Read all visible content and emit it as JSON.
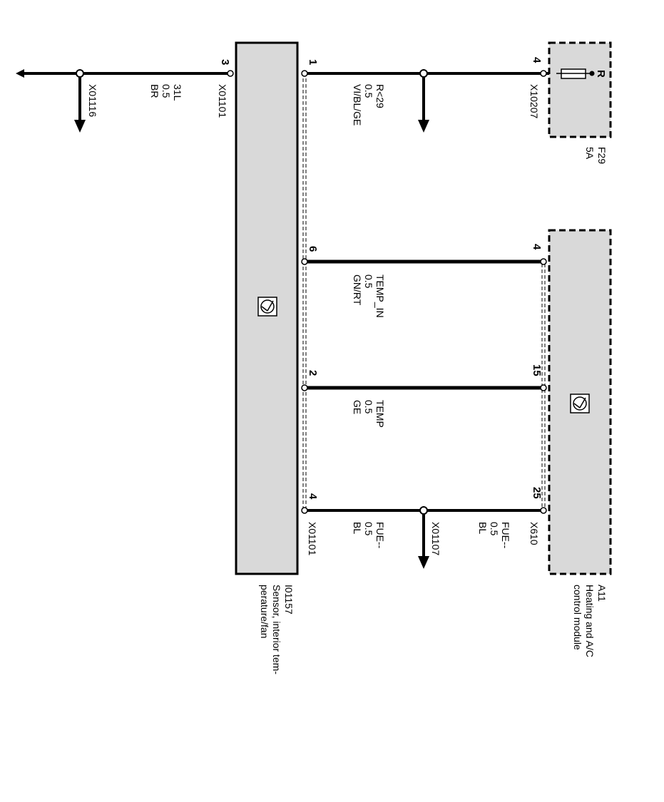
{
  "components": {
    "fuse": {
      "id": "F29",
      "rating": "5A",
      "letter": "R"
    },
    "control_module": {
      "id": "A11",
      "line1": "Heating and A/C",
      "line2": "control module"
    },
    "sensor": {
      "id": "I01157",
      "line1": "Sensor, interior tem-",
      "line2": "perature/fan"
    }
  },
  "connectors": {
    "sensor_left": "X01101",
    "fuse_conn": "X10207",
    "module_conn": "X610",
    "sensor_bottom": "X01101",
    "ground": "X01116",
    "splice": "X01107"
  },
  "wires": {
    "ground": {
      "name": "31L",
      "size": "0.5",
      "color": "BR"
    },
    "power": {
      "name": "R<29",
      "size": "0.5",
      "color": "VI/BL/GE"
    },
    "temp_in": {
      "name": "TEMP_IN",
      "size": "0.5",
      "color": "GN/RT"
    },
    "temp": {
      "name": "TEMP",
      "size": "0.5",
      "color": "GE"
    },
    "fue_left": {
      "name": "FUE--",
      "size": "0.5",
      "color": "BL"
    },
    "fue_right": {
      "name": "FUE--",
      "size": "0.5",
      "color": "BL"
    }
  },
  "pins": {
    "sensor_gnd": "3",
    "sensor_pwr": "1",
    "sensor_temp_in": "6",
    "sensor_temp": "2",
    "sensor_fue": "4",
    "fuse_pin": "4",
    "module_temp_in": "4",
    "module_temp": "15",
    "module_fue": "25"
  },
  "colors": {
    "block_fill": "#d9d9d9",
    "line": "#000000"
  }
}
